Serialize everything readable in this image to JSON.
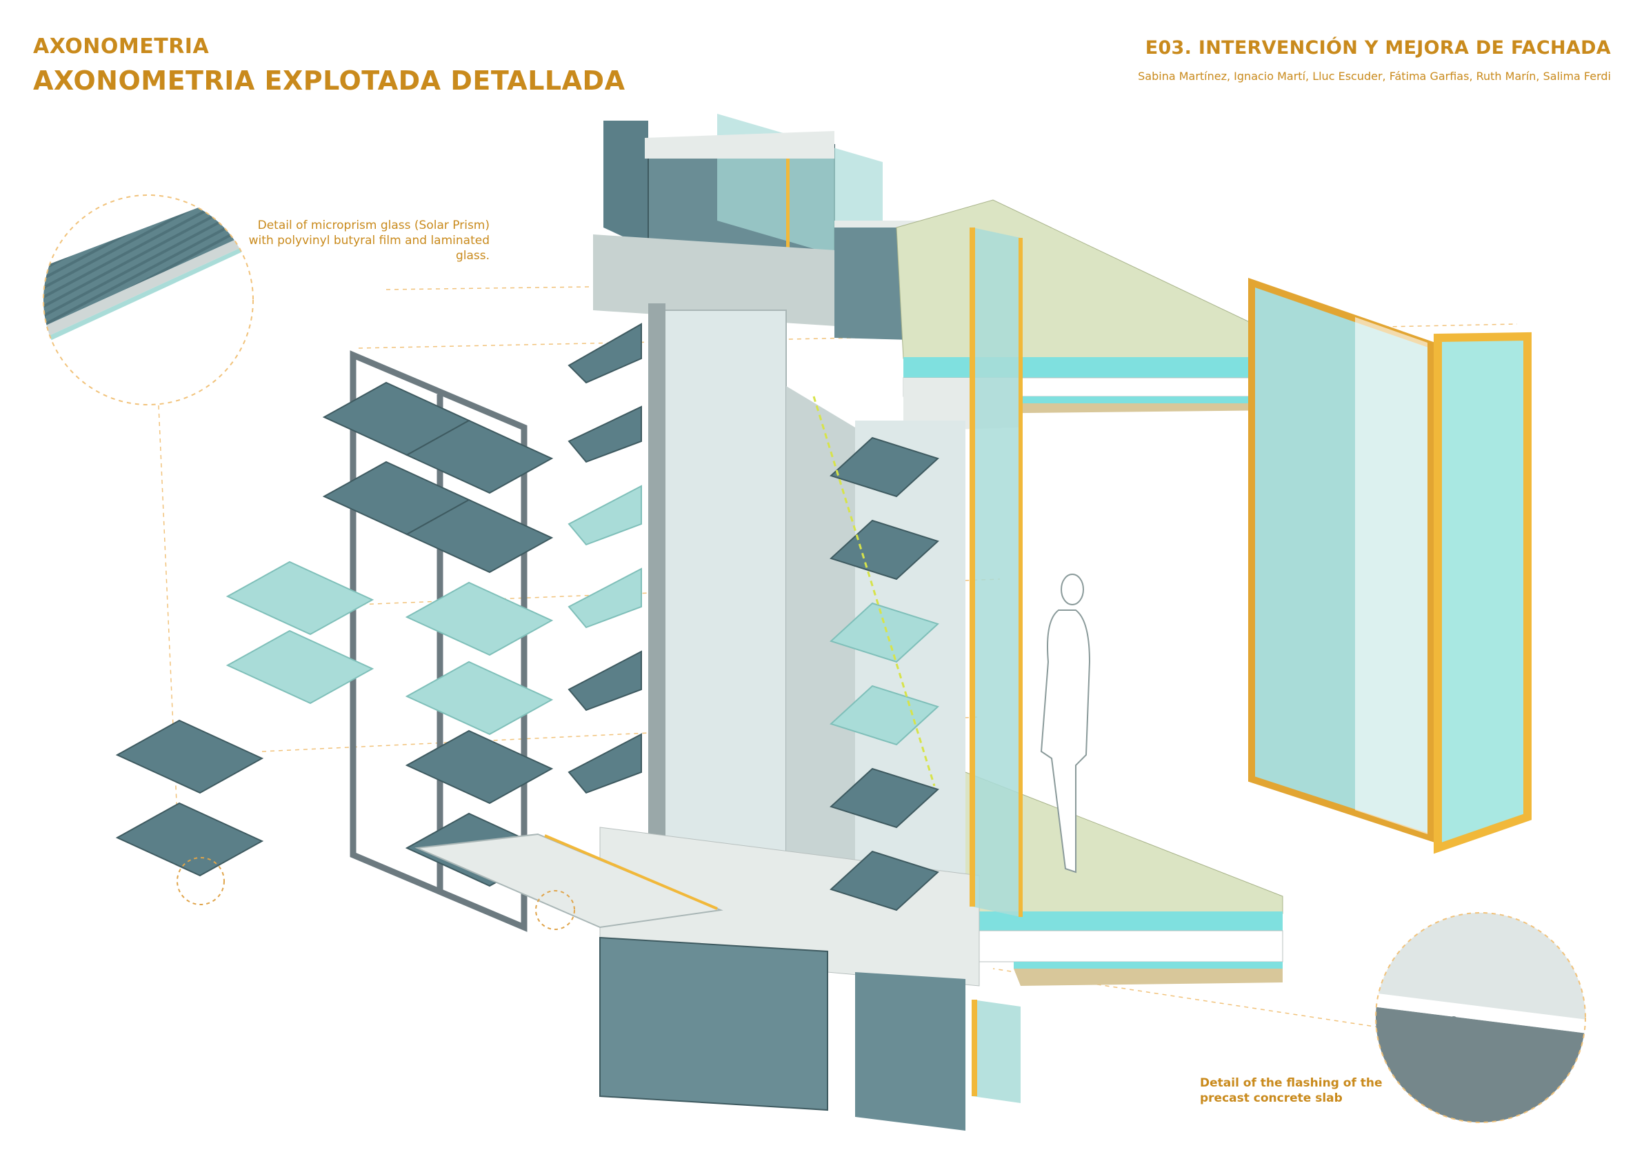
{
  "header": {
    "title_sub": "AXONOMETRIA",
    "title_main": "AXONOMETRIA EXPLOTADA DETALLADA",
    "project": "E03. INTERVENCIÓN Y MEJORA DE FACHADA",
    "authors": "Sabina Martínez, Ignacio Martí, Lluc Escuder, Fátima Garfias, Ruth Marín, Salima Ferdi"
  },
  "notes": {
    "microprism": "Detail of microprism glass (Solar Prism) with polyvinyl butyral film and laminated glass.",
    "flashing": "Detail of the flashing of the precast concrete slab"
  },
  "colors": {
    "accent": "#c98a1c",
    "frame_yellow": "#f1b83a",
    "glass_dark": "#5b7f88",
    "glass_light": "#a9dcd8",
    "concrete": "#e6ebe9",
    "floor_green": "#dbe4c3",
    "wall_blue": "#dde8e8"
  },
  "icons": {
    "person": "human-figure-silhouette",
    "detail_circles": "magnifier-detail-circle"
  }
}
